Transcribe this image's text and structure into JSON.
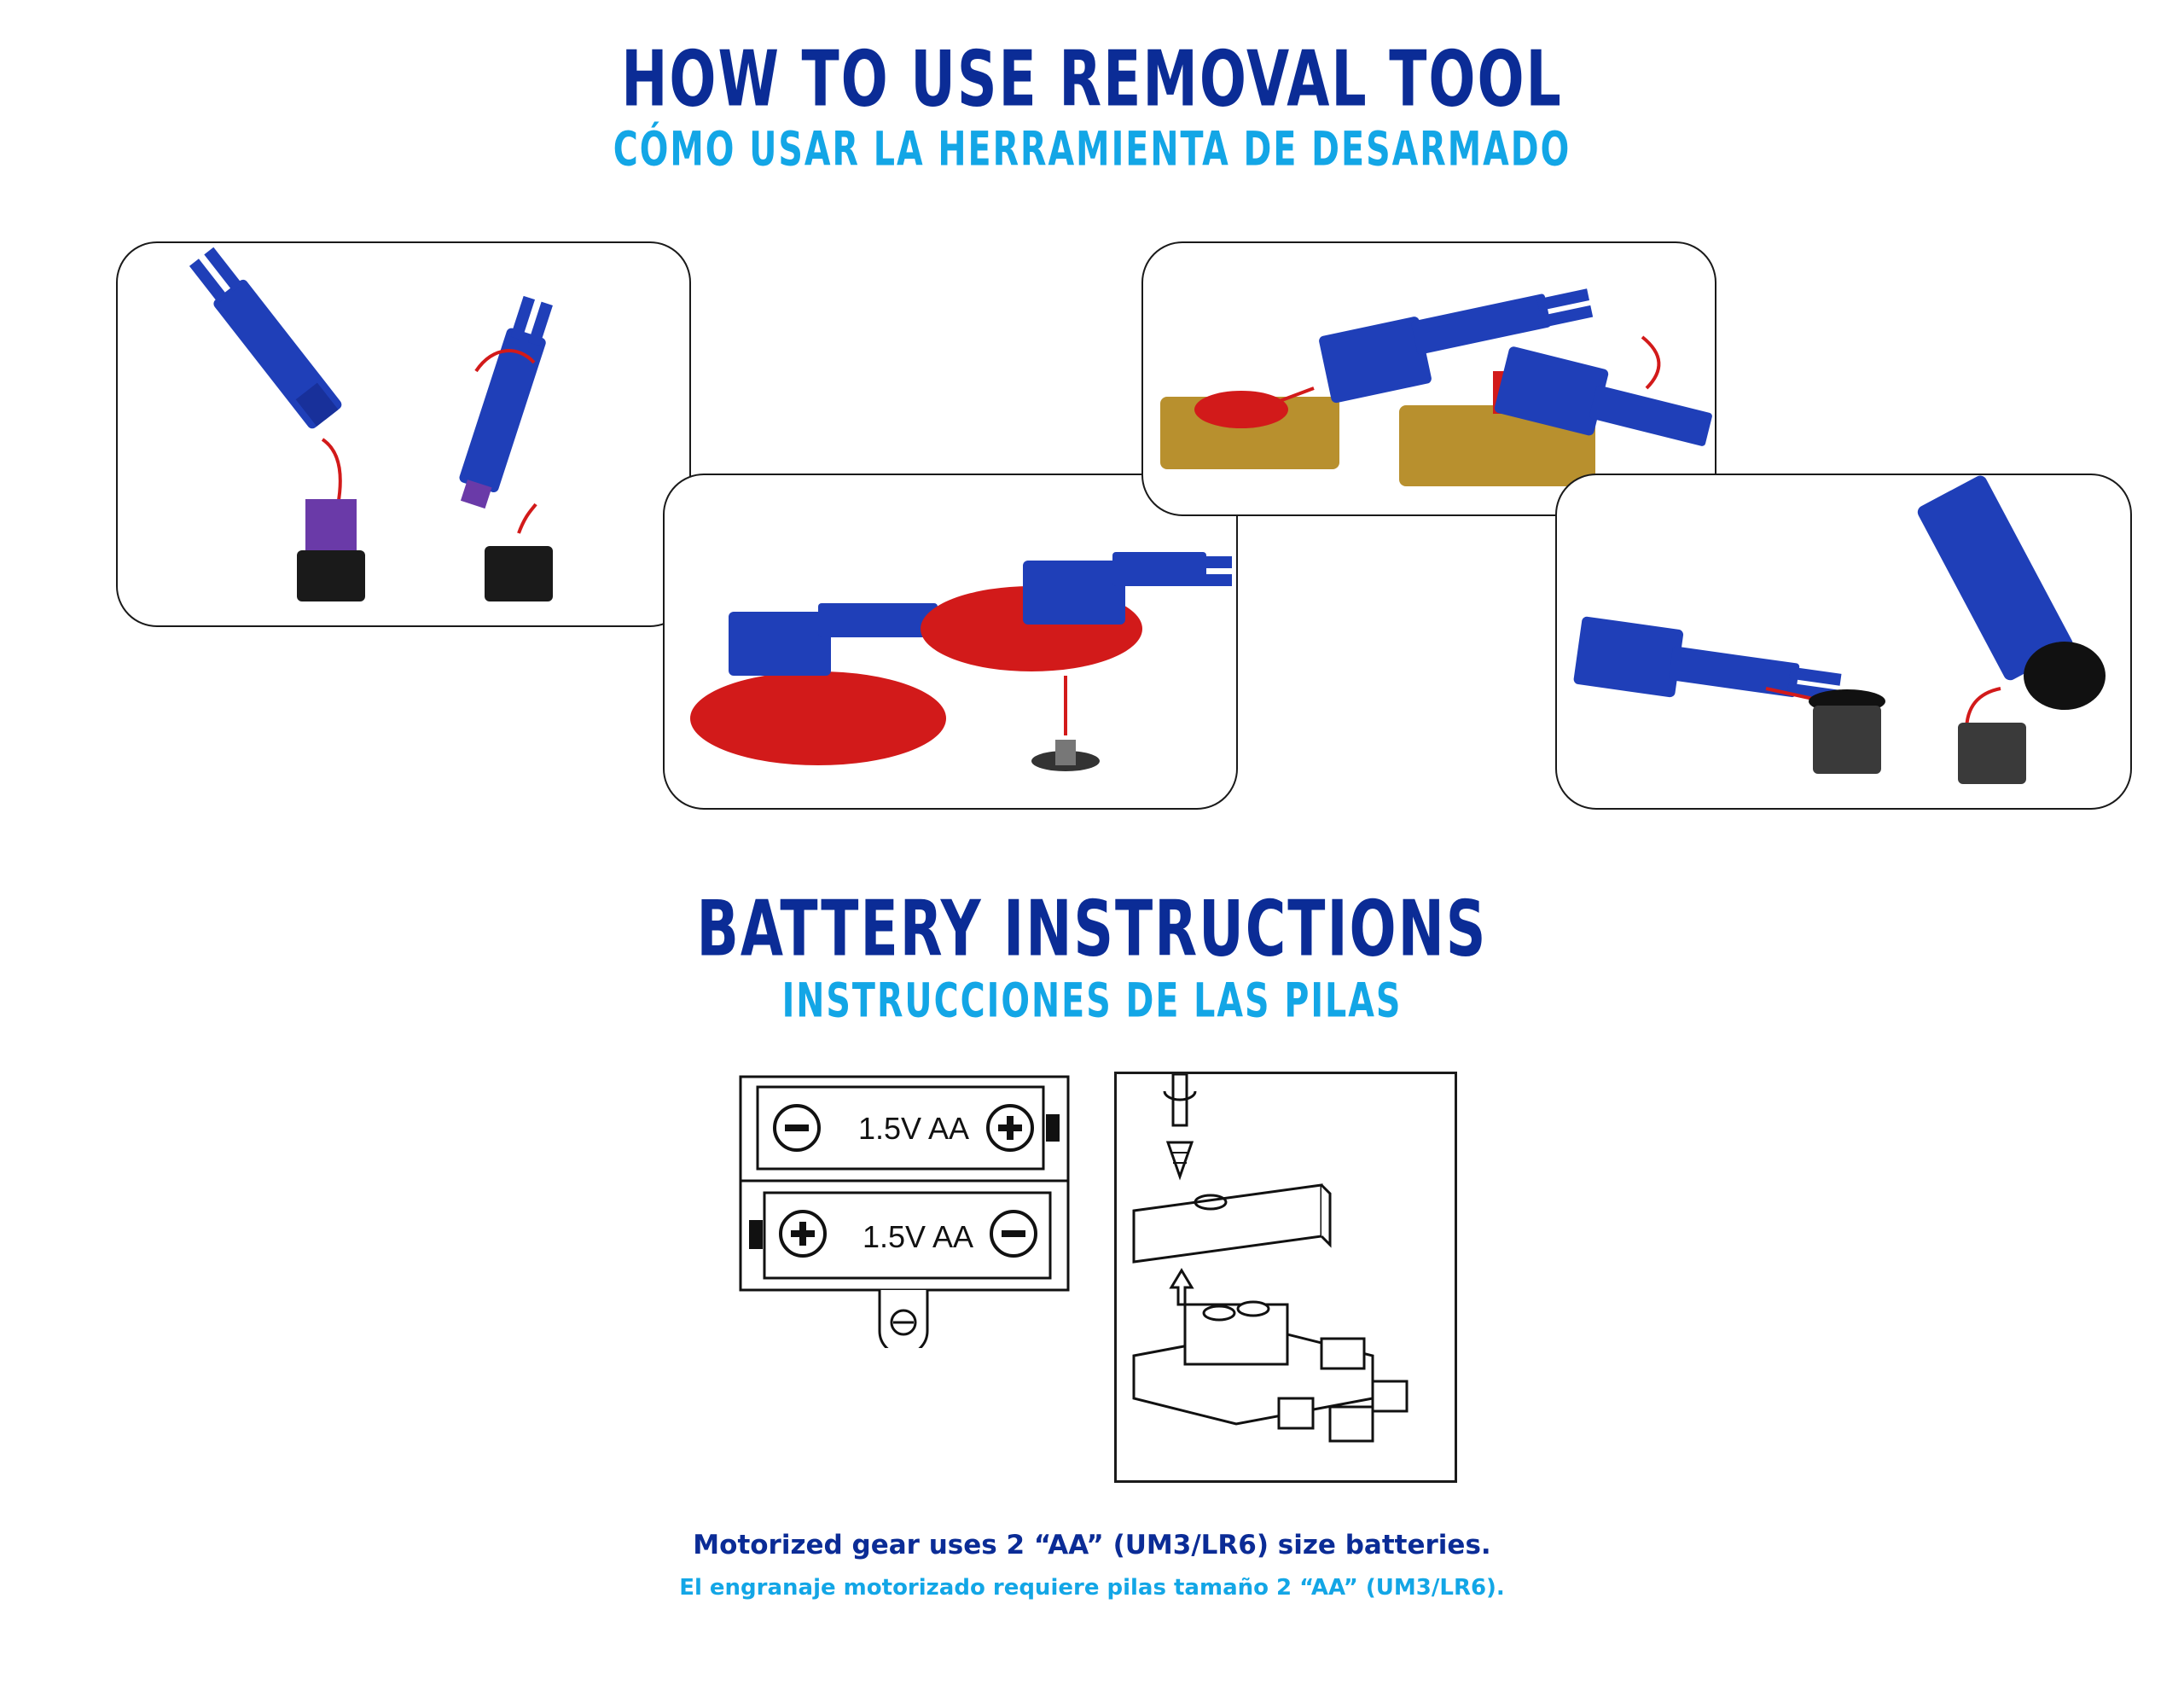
{
  "removal_tool": {
    "title": "HOW TO USE REMOVAL TOOL",
    "subtitle": "CÓMO USAR LA HERRAMIENTA DE DESARMADO"
  },
  "battery": {
    "title": "BATTERY INSTRUCTIONS",
    "subtitle": "INSTRUCCIONES DE LAS PILAS",
    "cell_label_top": "1.5V  AA",
    "cell_label_bottom": "1.5V  AA"
  },
  "footer": {
    "english": "Motorized gear uses 2 “AA” (UM3/LR6) size batteries.",
    "spanish": "El engranaje motorizado requiere pilas tamaño 2 “AA” (UM3/LR6)."
  },
  "colors": {
    "title_blue": "#0b2c96",
    "subtitle_cyan": "#13a6e6",
    "tool_blue": "#1f3fb8",
    "gear_red": "#d21a1a",
    "block_gold": "#b8902e",
    "connector_purple": "#6a3aa8"
  }
}
